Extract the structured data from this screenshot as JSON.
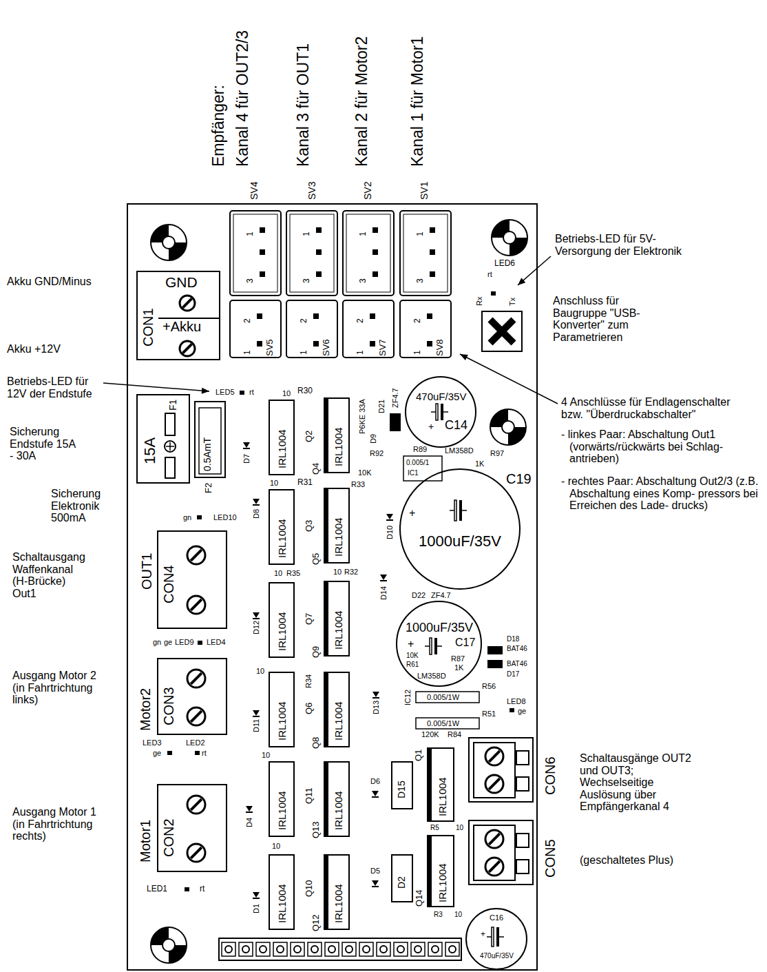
{
  "diagram": {
    "nodes": [
      {
        "text": [
          "1",
          "3"
        ]
      },
      {
        "text": [
          "1",
          "3"
        ]
      },
      {
        "text": [
          "1",
          "3"
        ]
      },
      {
        "text": [
          "1",
          "3"
        ]
      },
      {
        "text": [
          "2",
          "1",
          "SV5"
        ]
      },
      {
        "text": [
          "2",
          "1",
          "SV6"
        ]
      },
      {
        "text": [
          "2",
          "1",
          "SV7"
        ]
      },
      {
        "text": [
          "2",
          "1",
          "SV8"
        ]
      },
      {
        "text": [
          "GND",
          "+Akku",
          "CON1"
        ]
      },
      {
        "text": [
          "470uF/35V",
          "C14"
        ]
      },
      {
        "text": [
          "15A",
          "F1"
        ]
      },
      {
        "text": [
          "0.5AmT",
          "F2"
        ]
      },
      {
        "text": [
          "IRL1004",
          "Q2"
        ]
      },
      {
        "text": [
          "IRL1004",
          "Q4"
        ]
      },
      {
        "text": [
          "1000uF/35V",
          "C19"
        ]
      },
      {
        "text": [
          "IRL1004",
          "Q3"
        ]
      },
      {
        "text": [
          "IRL1004",
          "Q5"
        ]
      },
      {
        "text": [
          "OUT1",
          "CON4"
        ]
      },
      {
        "text": [
          "IRL1004",
          "Q7"
        ]
      },
      {
        "text": [
          "IRL1004",
          "Q9"
        ]
      },
      {
        "text": [
          "1000uF/35V",
          "C17"
        ]
      },
      {
        "text": [
          "Motor2",
          "CON3"
        ]
      },
      {
        "text": [
          "IRL1004",
          "Q6"
        ]
      },
      {
        "text": [
          "IRL1004",
          "Q8"
        ]
      },
      {
        "text": [
          "CON6"
        ]
      },
      {
        "text": [
          "IRL1004",
          "Q1"
        ]
      },
      {
        "text": [
          "D15"
        ]
      },
      {
        "text": [
          "IRL1004",
          "Q11"
        ]
      },
      {
        "text": [
          "IRL1004",
          "Q13"
        ]
      },
      {
        "text": [
          "Motor1",
          "CON2"
        ]
      },
      {
        "text": [
          "CON5"
        ]
      },
      {
        "text": [
          "IRL1004",
          "Q14"
        ]
      },
      {
        "text": [
          "D2"
        ]
      },
      {
        "text": [
          "IRL1004",
          "Q10"
        ]
      },
      {
        "text": [
          "IRL1004",
          "Q12"
        ]
      },
      {
        "text": [
          "C16",
          "470uF/35V"
        ]
      }
    ],
    "labels": [
      "Empfänger:",
      "Kanal 4 für OUT2/3",
      "Kanal 3 für OUT1",
      "Kanal 2 für Motor2",
      "Kanal 1 für Motor1",
      "SV4",
      "SV3",
      "SV2",
      "SV1",
      "Betriebs-LED für 5V-Versorgung der Elektronik",
      "LED6",
      "rt",
      "Rx",
      "Tx",
      "Anschluss für Baugruppe \"USB-Konverter\" zum Parametrieren",
      "Akku GND/Minus",
      "Akku +12V",
      "Betriebs-LED für 12V der Endstufe",
      "LED5",
      "rt",
      "10",
      "R30",
      "4 Anschlüsse für Endlagenschalter bzw. \"Überdruckabschalter\"",
      "- linkes Paar: Abschaltung Out1 (vorwärts/rückwärts bei Schlag- antrieben)",
      "- rechtes Paar: Abschaltung Out2/3 (z.B. Abschaltung eines Komp- pressors bei Erreichen des Lade- drucks)",
      "Sicherung Endstufe 15A - 30A",
      "ZF4.7",
      "D21",
      "P6KE 33A",
      "D9",
      "R92",
      "10K",
      "R89",
      "LM358D",
      "0.005/1",
      "IC1",
      "1K",
      "R97",
      "D7",
      "R33",
      "Sicherung Elektronik 500mA",
      "10",
      "R31",
      "gn",
      "LED10",
      "D8",
      "+",
      "D10",
      "Schaltausgang Waffenkanal (H-Brücke) Out1",
      "10",
      "R35",
      "10",
      "R32",
      "D14",
      "D22",
      "ZF4.7",
      "+",
      "10K",
      "R61",
      "R87",
      "1K",
      "D18",
      "BAT46",
      "BAT46",
      "D17",
      "gn",
      "ge",
      "LED9",
      "LED4",
      "D12",
      "LM358D",
      "10",
      "R34",
      "Ausgang Motor 2 (in Fahrtrichtung links)",
      "IC12",
      "0.005/1W",
      "R56",
      "LED8",
      "ge",
      "D13",
      "R51",
      "0.005/1W",
      "D11",
      "120K",
      "R84",
      "LED3",
      "LED2",
      "ge",
      "rt",
      "10",
      "Schaltausgänge OUT2 und OUT3; Wechselseitige Auslösung über Empfängerkanal 4",
      "D6",
      "Ausgang Motor 1 (in Fahrtrichtung rechts)",
      "D4",
      "R5",
      "10",
      "10",
      "(geschaltetes Plus)",
      "D5",
      "LED1",
      "rt",
      "D1",
      "R3",
      "10",
      "+",
      "+"
    ]
  }
}
